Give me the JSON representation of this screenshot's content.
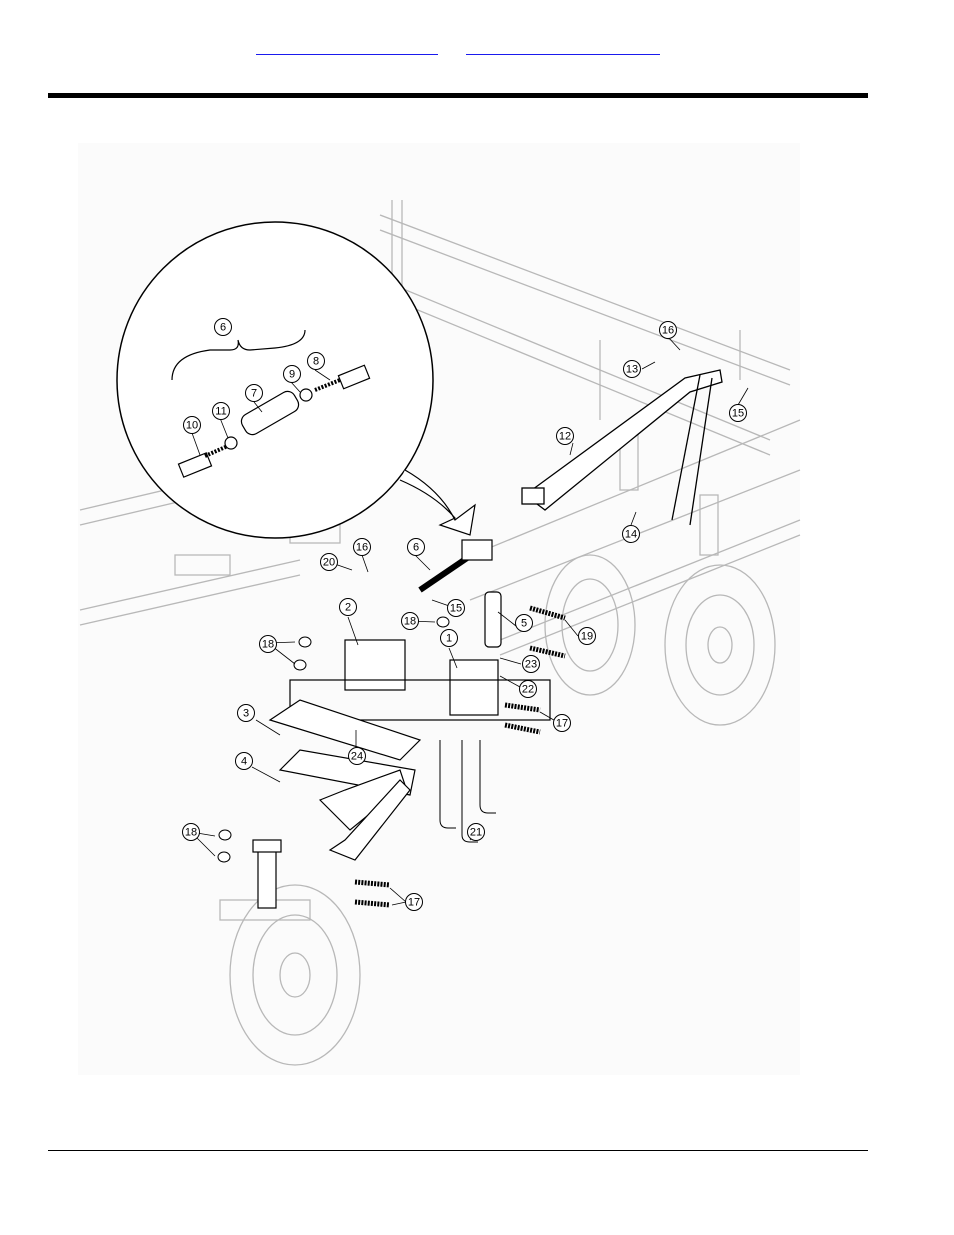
{
  "header": {
    "links": [
      {
        "text": ""
      },
      {
        "text": ""
      }
    ]
  },
  "callouts": [
    {
      "label": "1"
    },
    {
      "label": "2"
    },
    {
      "label": "3"
    },
    {
      "label": "4"
    },
    {
      "label": "5"
    },
    {
      "label": "6"
    },
    {
      "label": "6"
    },
    {
      "label": "7"
    },
    {
      "label": "8"
    },
    {
      "label": "9"
    },
    {
      "label": "10"
    },
    {
      "label": "11"
    },
    {
      "label": "12"
    },
    {
      "label": "13"
    },
    {
      "label": "14"
    },
    {
      "label": "15"
    },
    {
      "label": "15"
    },
    {
      "label": "16"
    },
    {
      "label": "16"
    },
    {
      "label": "17"
    },
    {
      "label": "17"
    },
    {
      "label": "18"
    },
    {
      "label": "18"
    },
    {
      "label": "18"
    },
    {
      "label": "19"
    },
    {
      "label": "20"
    },
    {
      "label": "21"
    },
    {
      "label": "22"
    },
    {
      "label": "23"
    },
    {
      "label": "24"
    }
  ],
  "colors": {
    "ink": "#000000",
    "ghost": "#b8b8b8",
    "link": "#1a1aee"
  }
}
